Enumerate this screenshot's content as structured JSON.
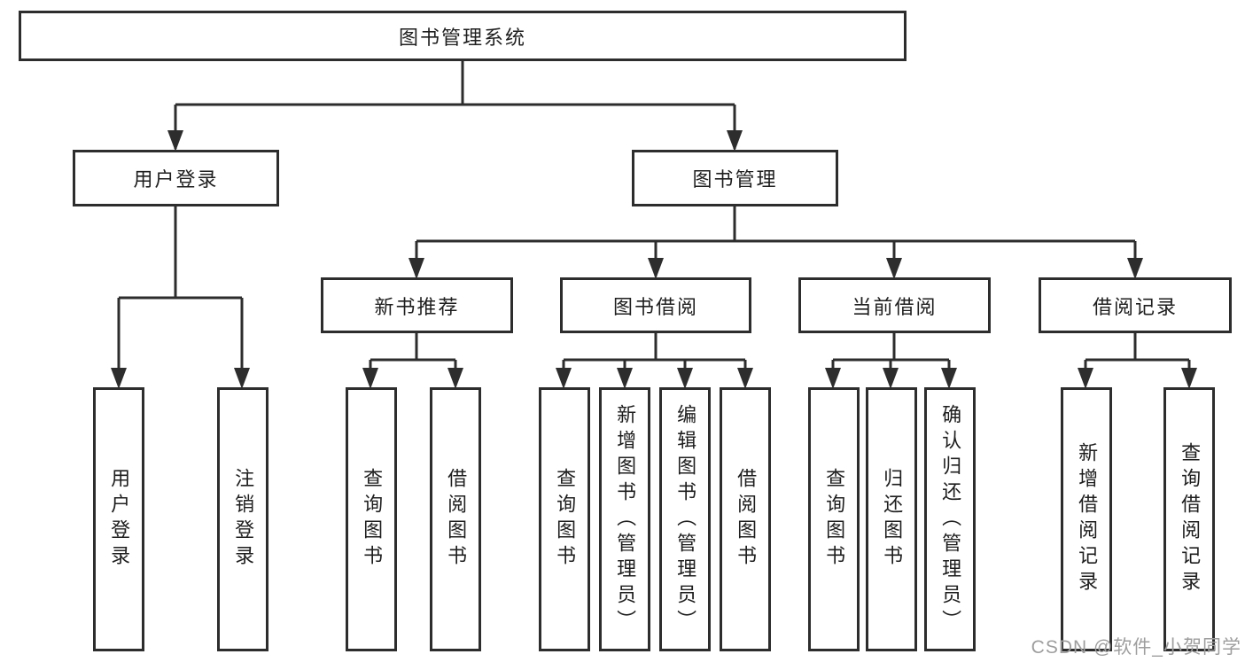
{
  "tree": {
    "root": {
      "label": "图书管理系统"
    },
    "branches": [
      {
        "label": "用户登录",
        "children": [
          {
            "label": "用户登录"
          },
          {
            "label": "注销登录"
          }
        ]
      },
      {
        "label": "图书管理",
        "children": [
          {
            "label": "新书推荐",
            "children": [
              {
                "label": "查询图书"
              },
              {
                "label": "借阅图书"
              }
            ]
          },
          {
            "label": "图书借阅",
            "children": [
              {
                "label": "查询图书"
              },
              {
                "label": "新增图书（管理员）"
              },
              {
                "label": "编辑图书（管理员）"
              },
              {
                "label": "借阅图书"
              }
            ]
          },
          {
            "label": "当前借阅",
            "children": [
              {
                "label": "查询图书"
              },
              {
                "label": "归还图书"
              },
              {
                "label": "确认归还（管理员）"
              }
            ]
          },
          {
            "label": "借阅记录",
            "children": [
              {
                "label": "新增借阅记录"
              },
              {
                "label": "查询借阅记录"
              }
            ]
          }
        ]
      }
    ]
  },
  "watermark": {
    "text": "CSDN @软件_小贺同学"
  },
  "colors": {
    "line": "#2d2d2d",
    "box_fill": "#ffffff",
    "text": "#1e1e1e",
    "watermark": "#9e9e9e"
  }
}
